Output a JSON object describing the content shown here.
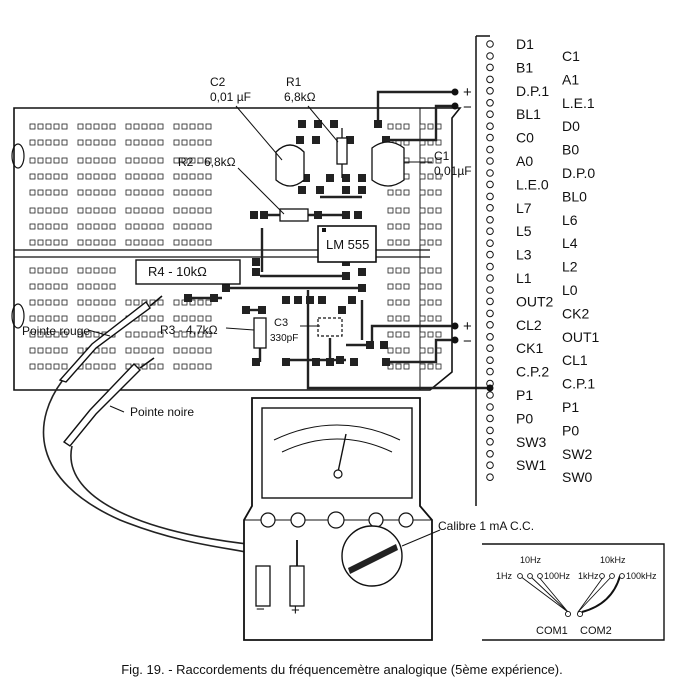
{
  "components": {
    "c2": {
      "name": "C2",
      "value": "0,01 µF"
    },
    "r1": {
      "name": "R1",
      "value": "6,8kΩ"
    },
    "c1": {
      "name": "C1",
      "value": "0,01µF"
    },
    "r2": {
      "label": "R2 - 6,8kΩ"
    },
    "ic": {
      "label": "LM 555"
    },
    "r4": {
      "label": "R4 - 10kΩ"
    },
    "r3": {
      "label": "R3 - 4,7kΩ"
    },
    "c3": {
      "name": "C3",
      "value": "330pF"
    }
  },
  "supply": {
    "plus": "+",
    "minus": "−"
  },
  "probes": {
    "red": "Pointe rouge",
    "black": "Pointe noire"
  },
  "meter": {
    "calibre": "Calibre 1 mA C.C.",
    "neg": "−",
    "pos": "+"
  },
  "connector_left": [
    "D1",
    "B1",
    "D.P.1",
    "BL1",
    "C0",
    "A0",
    "L.E.0",
    "L7",
    "L5",
    "L3",
    "L1",
    "OUT2",
    "CL2",
    "CK1",
    "C.P.2",
    "P1",
    "P0",
    "SW3",
    "SW1"
  ],
  "connector_right": [
    "C1",
    "A1",
    "L.E.1",
    "D0",
    "B0",
    "D.P.0",
    "BL0",
    "L6",
    "L4",
    "L2",
    "L0",
    "CK2",
    "OUT1",
    "CL1",
    "C.P.1",
    "P1",
    "P0",
    "SW2",
    "SW0"
  ],
  "switch_panel": {
    "left": {
      "a": "10Hz",
      "b": "1Hz",
      "c": "100Hz"
    },
    "right": {
      "a": "10kHz",
      "b": "1kHz",
      "c": "100kHz"
    },
    "com1": "COM1",
    "com2": "COM2"
  },
  "caption": "Fig. 19. - Raccordements du fréquencemètre analogique (5ème expérience)."
}
